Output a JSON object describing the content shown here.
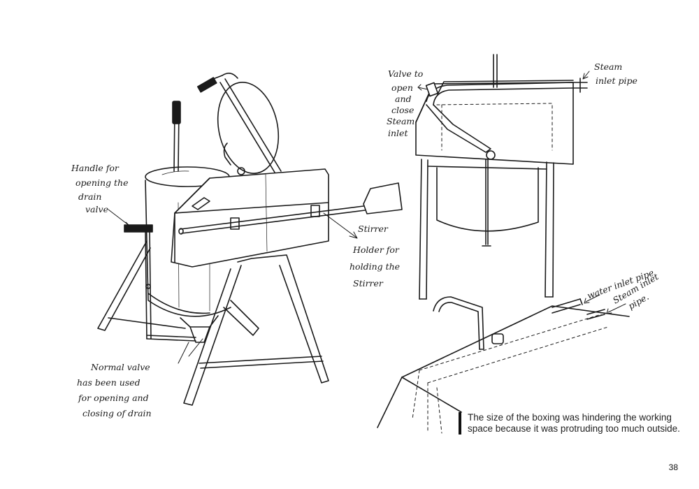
{
  "annotations": {
    "handle": [
      "Handle for",
      "opening the",
      "drain",
      "valve"
    ],
    "stirrer": [
      "Stirrer"
    ],
    "holder": [
      "Holder for",
      "holding the",
      "Stirrer"
    ],
    "normal_valve": [
      "Normal valve",
      "has been used",
      "for opening and",
      "closing of drain"
    ],
    "steam_valve": [
      "Valve to",
      "open",
      "and",
      "close",
      "Steam",
      "inlet"
    ],
    "steam_pipe_top": [
      "Steam",
      "inlet pipe"
    ],
    "water_pipe": [
      "water inlet pipe"
    ],
    "steam_pipe_bottom": [
      "Steam inlet",
      "pipe."
    ]
  },
  "caption": "The size of the boxing was hindering the working space because it was protruding too much outside.",
  "page_number": "38"
}
